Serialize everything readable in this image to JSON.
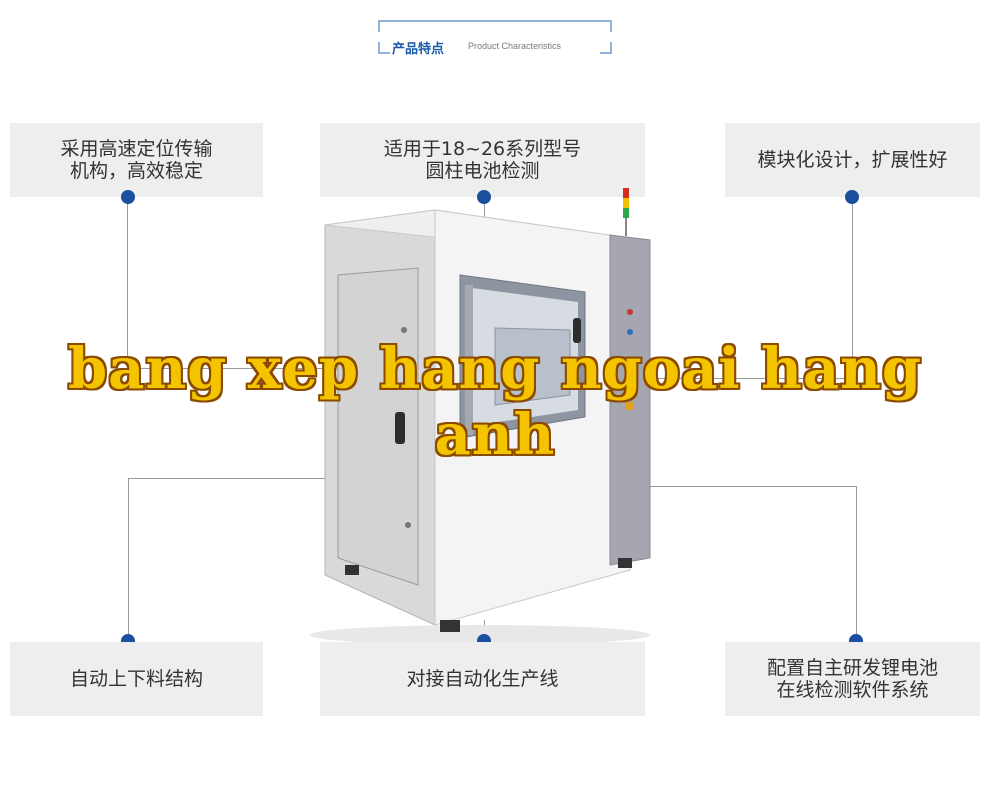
{
  "header": {
    "title_cn": "产品特点",
    "title_en": "Product Characteristics"
  },
  "features": {
    "top_left": [
      "采用高速定位传输",
      "机构，高效稳定"
    ],
    "top_center": [
      "适用于18~26系列型号",
      "圆柱电池检测"
    ],
    "top_right": [
      "模块化设计，扩展性好"
    ],
    "bottom_left": [
      "自动上下料结构"
    ],
    "bottom_center": [
      "对接自动化生产线"
    ],
    "bottom_right": [
      "配置自主研发锂电池",
      "在线检测软件系统"
    ]
  },
  "watermark": "bang xep hang ngoai hang anh",
  "colors": {
    "dot": "#1b4fa0",
    "box_bg": "#eeeeee",
    "header_cn": "#1a5aa8",
    "watermark": "#f4c400"
  }
}
